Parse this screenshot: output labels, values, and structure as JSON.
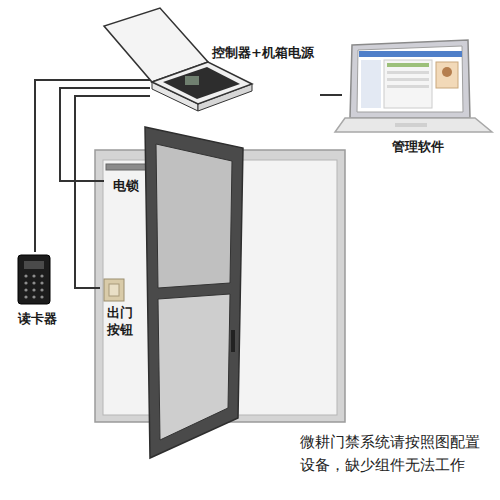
{
  "diagram": {
    "caption": "微耕门禁系统请按照图配置 设备，缺少组件无法工作",
    "nodes": [
      {
        "text": [
          "控制器+机箱电源"
        ]
      },
      {
        "text": [
          "管理软件"
        ]
      },
      {
        "text": [
          "电锁"
        ]
      },
      {
        "text": [
          "读卡器"
        ]
      },
      {
        "text": [
          "出门 按钮"
        ]
      }
    ],
    "edges": [
      {
        "from": 0,
        "to": 1,
        "arrow": "none"
      },
      {
        "from": 0,
        "to": 3,
        "arrow": "none"
      },
      {
        "from": 0,
        "to": 2,
        "arrow": "none"
      },
      {
        "from": 0,
        "to": 4,
        "arrow": "none"
      }
    ]
  }
}
